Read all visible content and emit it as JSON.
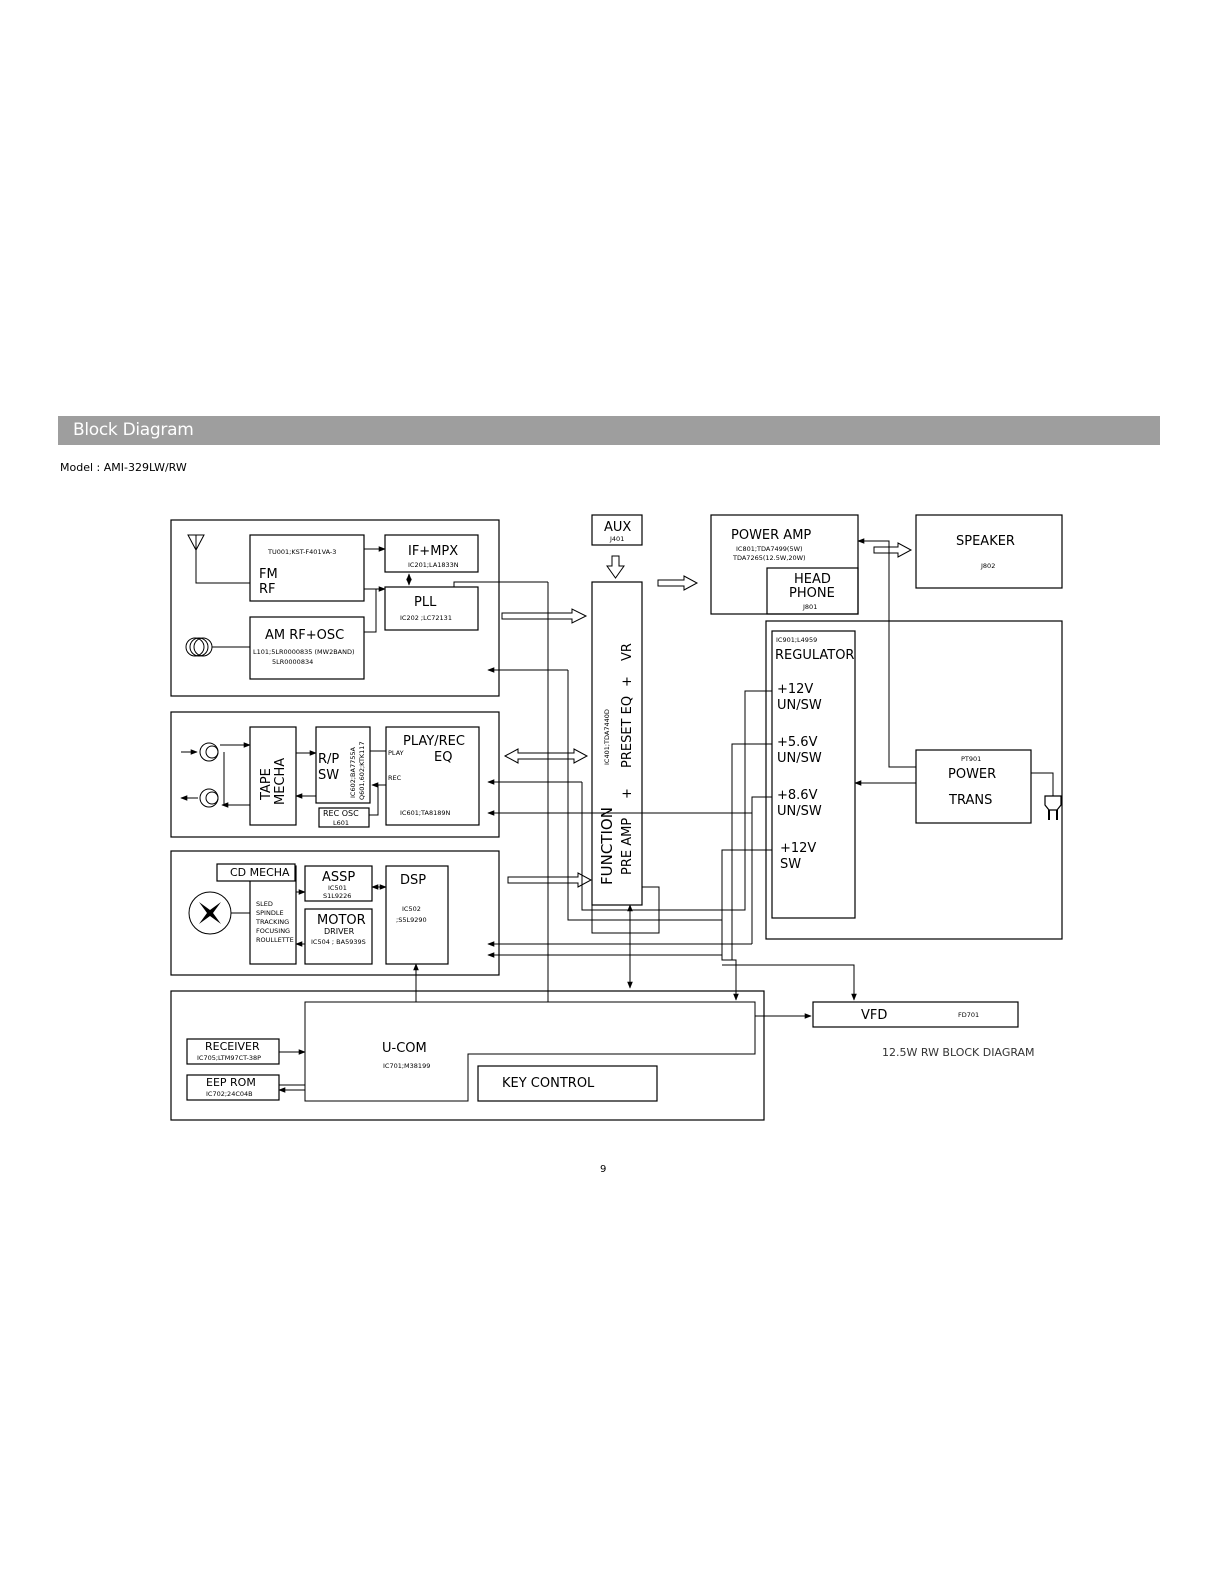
{
  "header": {
    "section_title": "Block Diagram",
    "model": "Model : AMI-329LW/RW"
  },
  "page_number": "9",
  "diagram": {
    "caption": "12.5W RW BLOCK DIAGRAM",
    "tuner": {
      "tu_label": "TU001;KST-F401VA-3",
      "fm": "FM",
      "rf": "RF",
      "if_mpx": "IF+MPX",
      "if_mpx_ic": "IC201;LA1833N",
      "pll": "PLL",
      "pll_ic": "IC202 ;LC72131",
      "am": "AM RF+OSC",
      "am_l1": "L101;5LR0000835 (MW2BAND)",
      "am_l2": "5LR0000834"
    },
    "tape": {
      "mecha_1": "TAPE",
      "mecha_2": "MECHA",
      "rp_1": "R/P",
      "rp_2": "SW",
      "rp_ic_1": "IC602;BA7755A",
      "rp_ic_2": "Q601,602;KTK117",
      "play": "PLAY",
      "rec": "REC",
      "eq_1": "PLAY/REC",
      "eq_2": "EQ",
      "eq_ic": "IC601;TA8189N",
      "rec_osc": "REC OSC",
      "rec_osc_l": "L601"
    },
    "cd": {
      "mecha": "CD MECHA",
      "sled": "SLED",
      "spindle": "SPINDLE",
      "tracking": "TRACKING",
      "focusing": "FOCUSING",
      "roullette": "ROULLETTE",
      "assp": "ASSP",
      "assp_ic_1": "IC501",
      "assp_ic_2": "S1L9226",
      "motor": "MOTOR",
      "driver": "DRIVER",
      "motor_ic": "IC504 ; BA5939S",
      "dsp": "DSP",
      "dsp_ic_1": "IC502",
      "dsp_ic_2": ";S5L9290"
    },
    "ucom": {
      "receiver": "RECEIVER",
      "receiver_ic": "IC705;LTM97CT-38P",
      "eeprom": "EEP ROM",
      "eeprom_ic": "IC702;24C04B",
      "ucom": "U-COM",
      "ucom_ic": "IC701;M38199",
      "key": "KEY CONTROL"
    },
    "aux": {
      "label": "AUX",
      "jack": "J401"
    },
    "function": {
      "func": "FUNCTION",
      "preamp": "PRE AMP",
      "preset": "PRESET EQ",
      "vr": "VR",
      "plus": "+",
      "ic": "IC401;TDA7440D"
    },
    "power_amp": {
      "label": "POWER AMP",
      "ic_1": "IC801;TDA7499(5W)",
      "ic_2": "TDA7265(12.5W,20W)",
      "head": "HEAD",
      "phone": "PHONE",
      "head_jack": "J801"
    },
    "speaker": {
      "label": "SPEAKER",
      "jack": "J802"
    },
    "regulator": {
      "ic": "IC901;L4959",
      "label": "REGULATOR",
      "v1": "+12V",
      "v1s": "UN/SW",
      "v2": "+5.6V",
      "v2s": "UN/SW",
      "v3": "+8.6V",
      "v3s": "UN/SW",
      "v4": "+12V",
      "v4s": "SW"
    },
    "power_trans": {
      "pt": "PT901",
      "power": "POWER",
      "trans": "TRANS"
    },
    "vfd": {
      "label": "VFD",
      "ref": "FD701"
    }
  }
}
